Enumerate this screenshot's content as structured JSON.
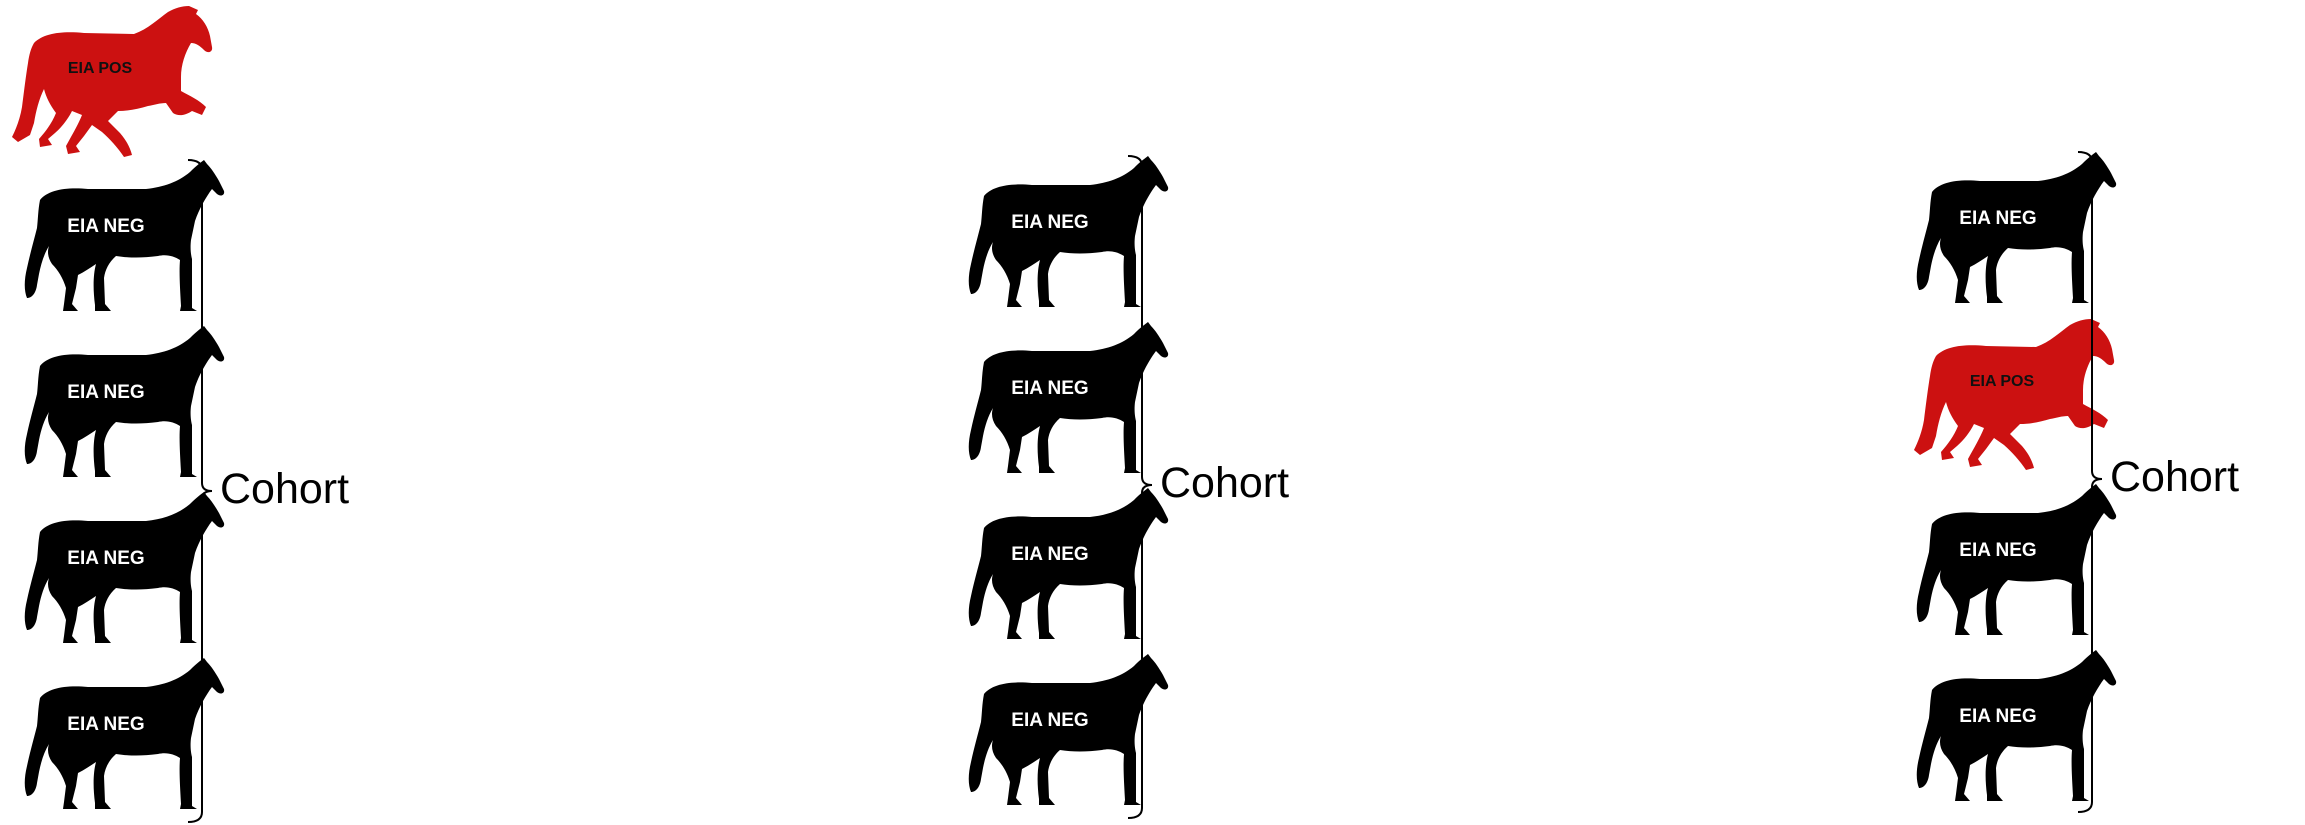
{
  "colors": {
    "negative": "#000000",
    "positive": "#cc1111"
  },
  "groups": [
    {
      "name": "group-1",
      "cohort_label": "Cohort",
      "outside_horse": {
        "label": "EIA POS",
        "status": "positive"
      },
      "horses": [
        {
          "label": "EIA NEG",
          "status": "negative"
        },
        {
          "label": "EIA NEG",
          "status": "negative"
        },
        {
          "label": "EIA NEG",
          "status": "negative"
        },
        {
          "label": "EIA NEG",
          "status": "negative"
        }
      ]
    },
    {
      "name": "group-2",
      "cohort_label": "Cohort",
      "horses": [
        {
          "label": "EIA NEG",
          "status": "negative"
        },
        {
          "label": "EIA NEG",
          "status": "negative"
        },
        {
          "label": "EIA NEG",
          "status": "negative"
        },
        {
          "label": "EIA NEG",
          "status": "negative"
        }
      ]
    },
    {
      "name": "group-3",
      "cohort_label": "Cohort",
      "horses": [
        {
          "label": "EIA NEG",
          "status": "negative"
        },
        {
          "label": "EIA POS",
          "status": "positive"
        },
        {
          "label": "EIA NEG",
          "status": "negative"
        },
        {
          "label": "EIA NEG",
          "status": "negative"
        }
      ]
    }
  ]
}
